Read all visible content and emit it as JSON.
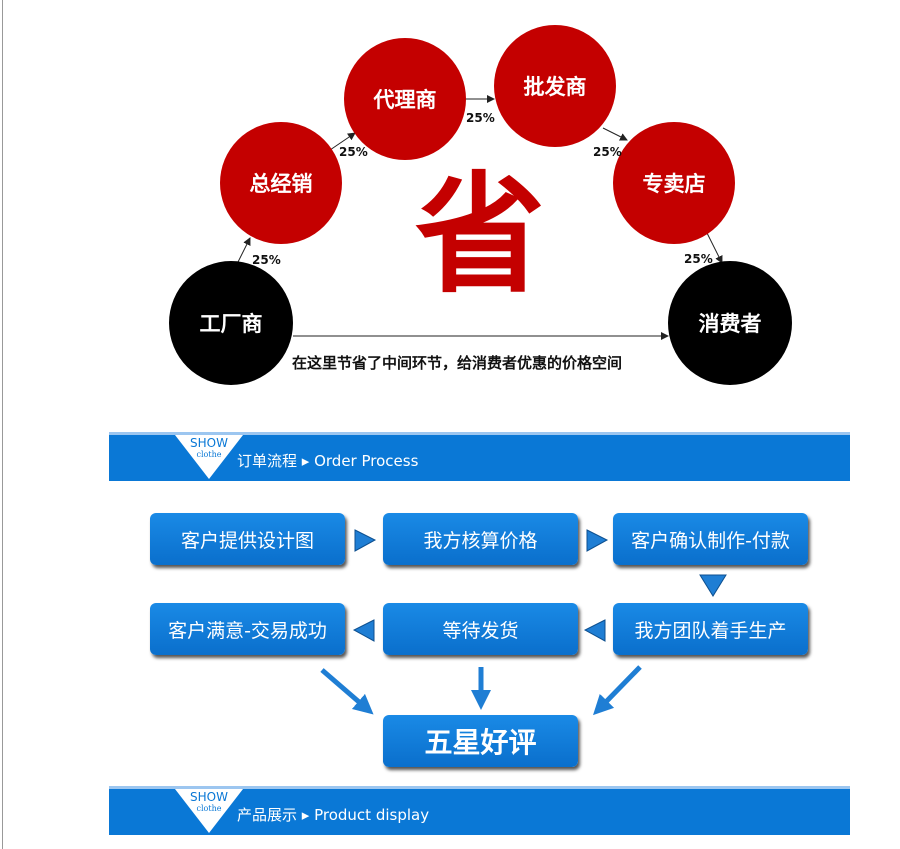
{
  "diagram": {
    "nodes": [
      "工厂商",
      "总经销",
      "代理商",
      "批发商",
      "专卖店",
      "消费者"
    ],
    "percent": "25%",
    "center_char": "省",
    "caption": "在这里节省了中间环节，给消费者优惠的价格空间"
  },
  "banners": [
    {
      "show": "SHOW",
      "clothe": "clothe",
      "title": "订单流程",
      "title_en": "Order Process"
    },
    {
      "show": "SHOW",
      "clothe": "clothe",
      "title": "产品展示",
      "title_en": "Product display"
    }
  ],
  "process": {
    "steps": [
      "客户提供设计图",
      "我方核算价格",
      "客户确认制作-付款",
      "我方团队着手生产",
      "等待发货",
      "客户满意-交易成功"
    ],
    "final": "五星好评"
  }
}
